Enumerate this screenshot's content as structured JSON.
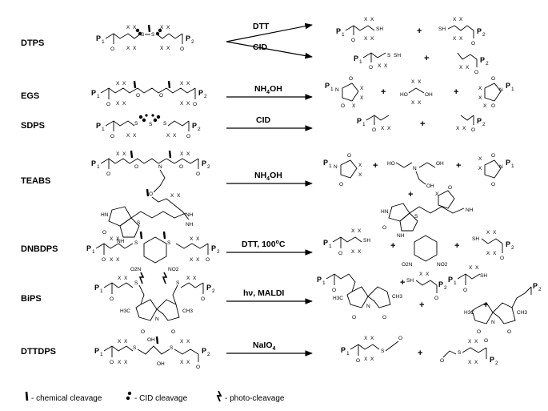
{
  "compounds": [
    {
      "name": "DTPS",
      "reactions": [
        "DTT",
        "CID"
      ]
    },
    {
      "name": "EGS",
      "reactions": [
        "NH4OH"
      ]
    },
    {
      "name": "SDPS",
      "reactions": [
        "CID"
      ]
    },
    {
      "name": "TEABS",
      "reactions": [
        "NH4OH"
      ]
    },
    {
      "name": "DNBDPS",
      "reactions": [
        "DTT, 100°C"
      ]
    },
    {
      "name": "BiPS",
      "reactions": [
        "hν, MALDI"
      ]
    },
    {
      "name": "DTTDPS",
      "reactions": [
        "NaIO4"
      ]
    }
  ],
  "reagents": {
    "dtt": "DTT",
    "cid": "CID",
    "nh4oh_main": "NH",
    "nh4oh_sub": "4",
    "nh4oh_tail": "OH",
    "dtt_heat": "DTT, 100",
    "dtt_heat_sup": "o",
    "dtt_heat_tail": "C",
    "hv": "hν, MALDI",
    "naio4_main": "NaIO",
    "naio4_sub": "4"
  },
  "atoms": {
    "p1": "P",
    "p1_sub": "1",
    "p2": "P",
    "p2_sub": "2",
    "plus": "+",
    "x": "X",
    "o": "O",
    "s": "S",
    "sh": "SH",
    "oh": "OH",
    "ho": "HO",
    "n": "N",
    "nh": "NH",
    "hn": "HN",
    "h3c": "H3C",
    "ch3": "CH3",
    "no2": "NO2",
    "o2n": "O2N"
  },
  "legend": {
    "chemical": "- chemical cleavage",
    "cid": "- CID cleavage",
    "photo": "- photo-cleavage"
  }
}
